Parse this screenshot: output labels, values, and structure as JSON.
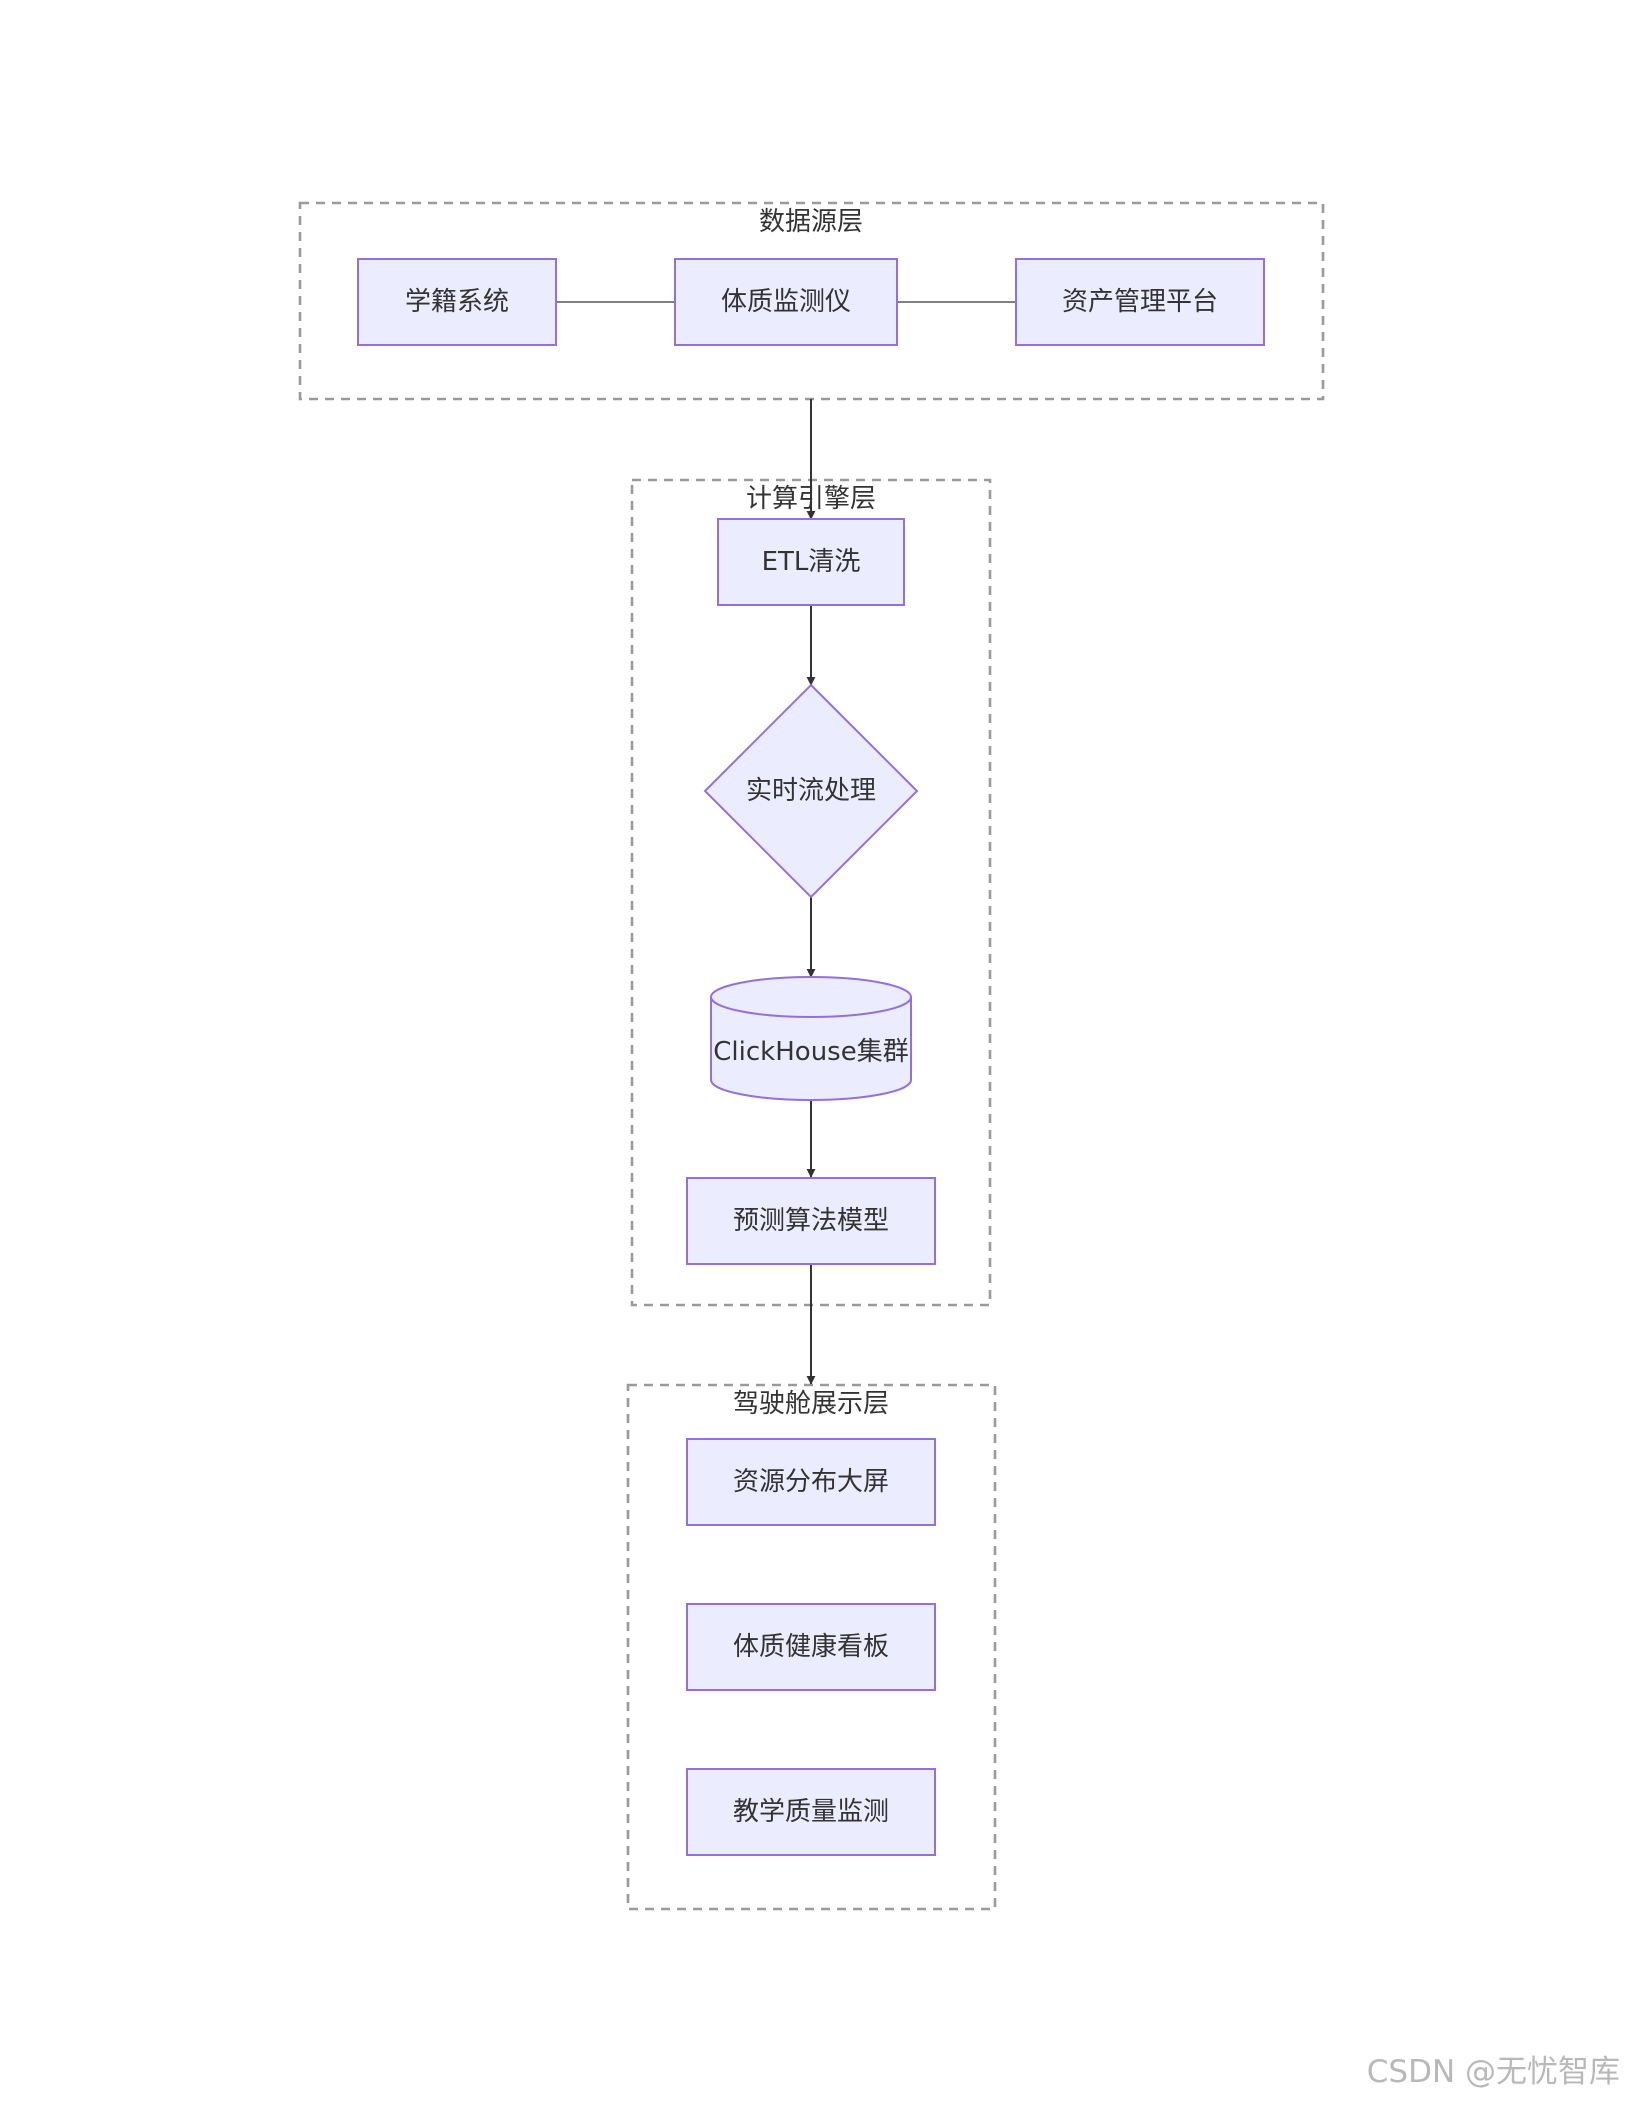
{
  "groups": {
    "data_source": {
      "title": "数据源层"
    },
    "compute": {
      "title": "计算引擎层"
    },
    "cockpit": {
      "title": "驾驶舱展示层"
    }
  },
  "nodes": {
    "student_records": "学籍系统",
    "fitness_monitor": "体质监测仪",
    "asset_platform": "资产管理平台",
    "etl": "ETL清洗",
    "stream": "实时流处理",
    "clickhouse": "ClickHouse集群",
    "prediction": "预测算法模型",
    "resource_screen": "资源分布大屏",
    "fitness_board": "体质健康看板",
    "teaching_monitor": "教学质量监测"
  },
  "edges": [
    {
      "from": "student_records",
      "to": "fitness_monitor",
      "style": "plain"
    },
    {
      "from": "fitness_monitor",
      "to": "asset_platform",
      "style": "plain"
    },
    {
      "from": "data_source",
      "to": "etl",
      "style": "arrow"
    },
    {
      "from": "etl",
      "to": "stream",
      "style": "arrow"
    },
    {
      "from": "stream",
      "to": "clickhouse",
      "style": "arrow"
    },
    {
      "from": "clickhouse",
      "to": "prediction",
      "style": "arrow"
    },
    {
      "from": "compute",
      "to": "cockpit",
      "style": "arrow"
    }
  ],
  "watermark": "CSDN @无忧智库",
  "colors": {
    "node_fill": "#ECECFF",
    "node_stroke": "#9370DB",
    "text": "#333333",
    "group_border": "#9a9a9a",
    "watermark": "#b8b8b8"
  }
}
